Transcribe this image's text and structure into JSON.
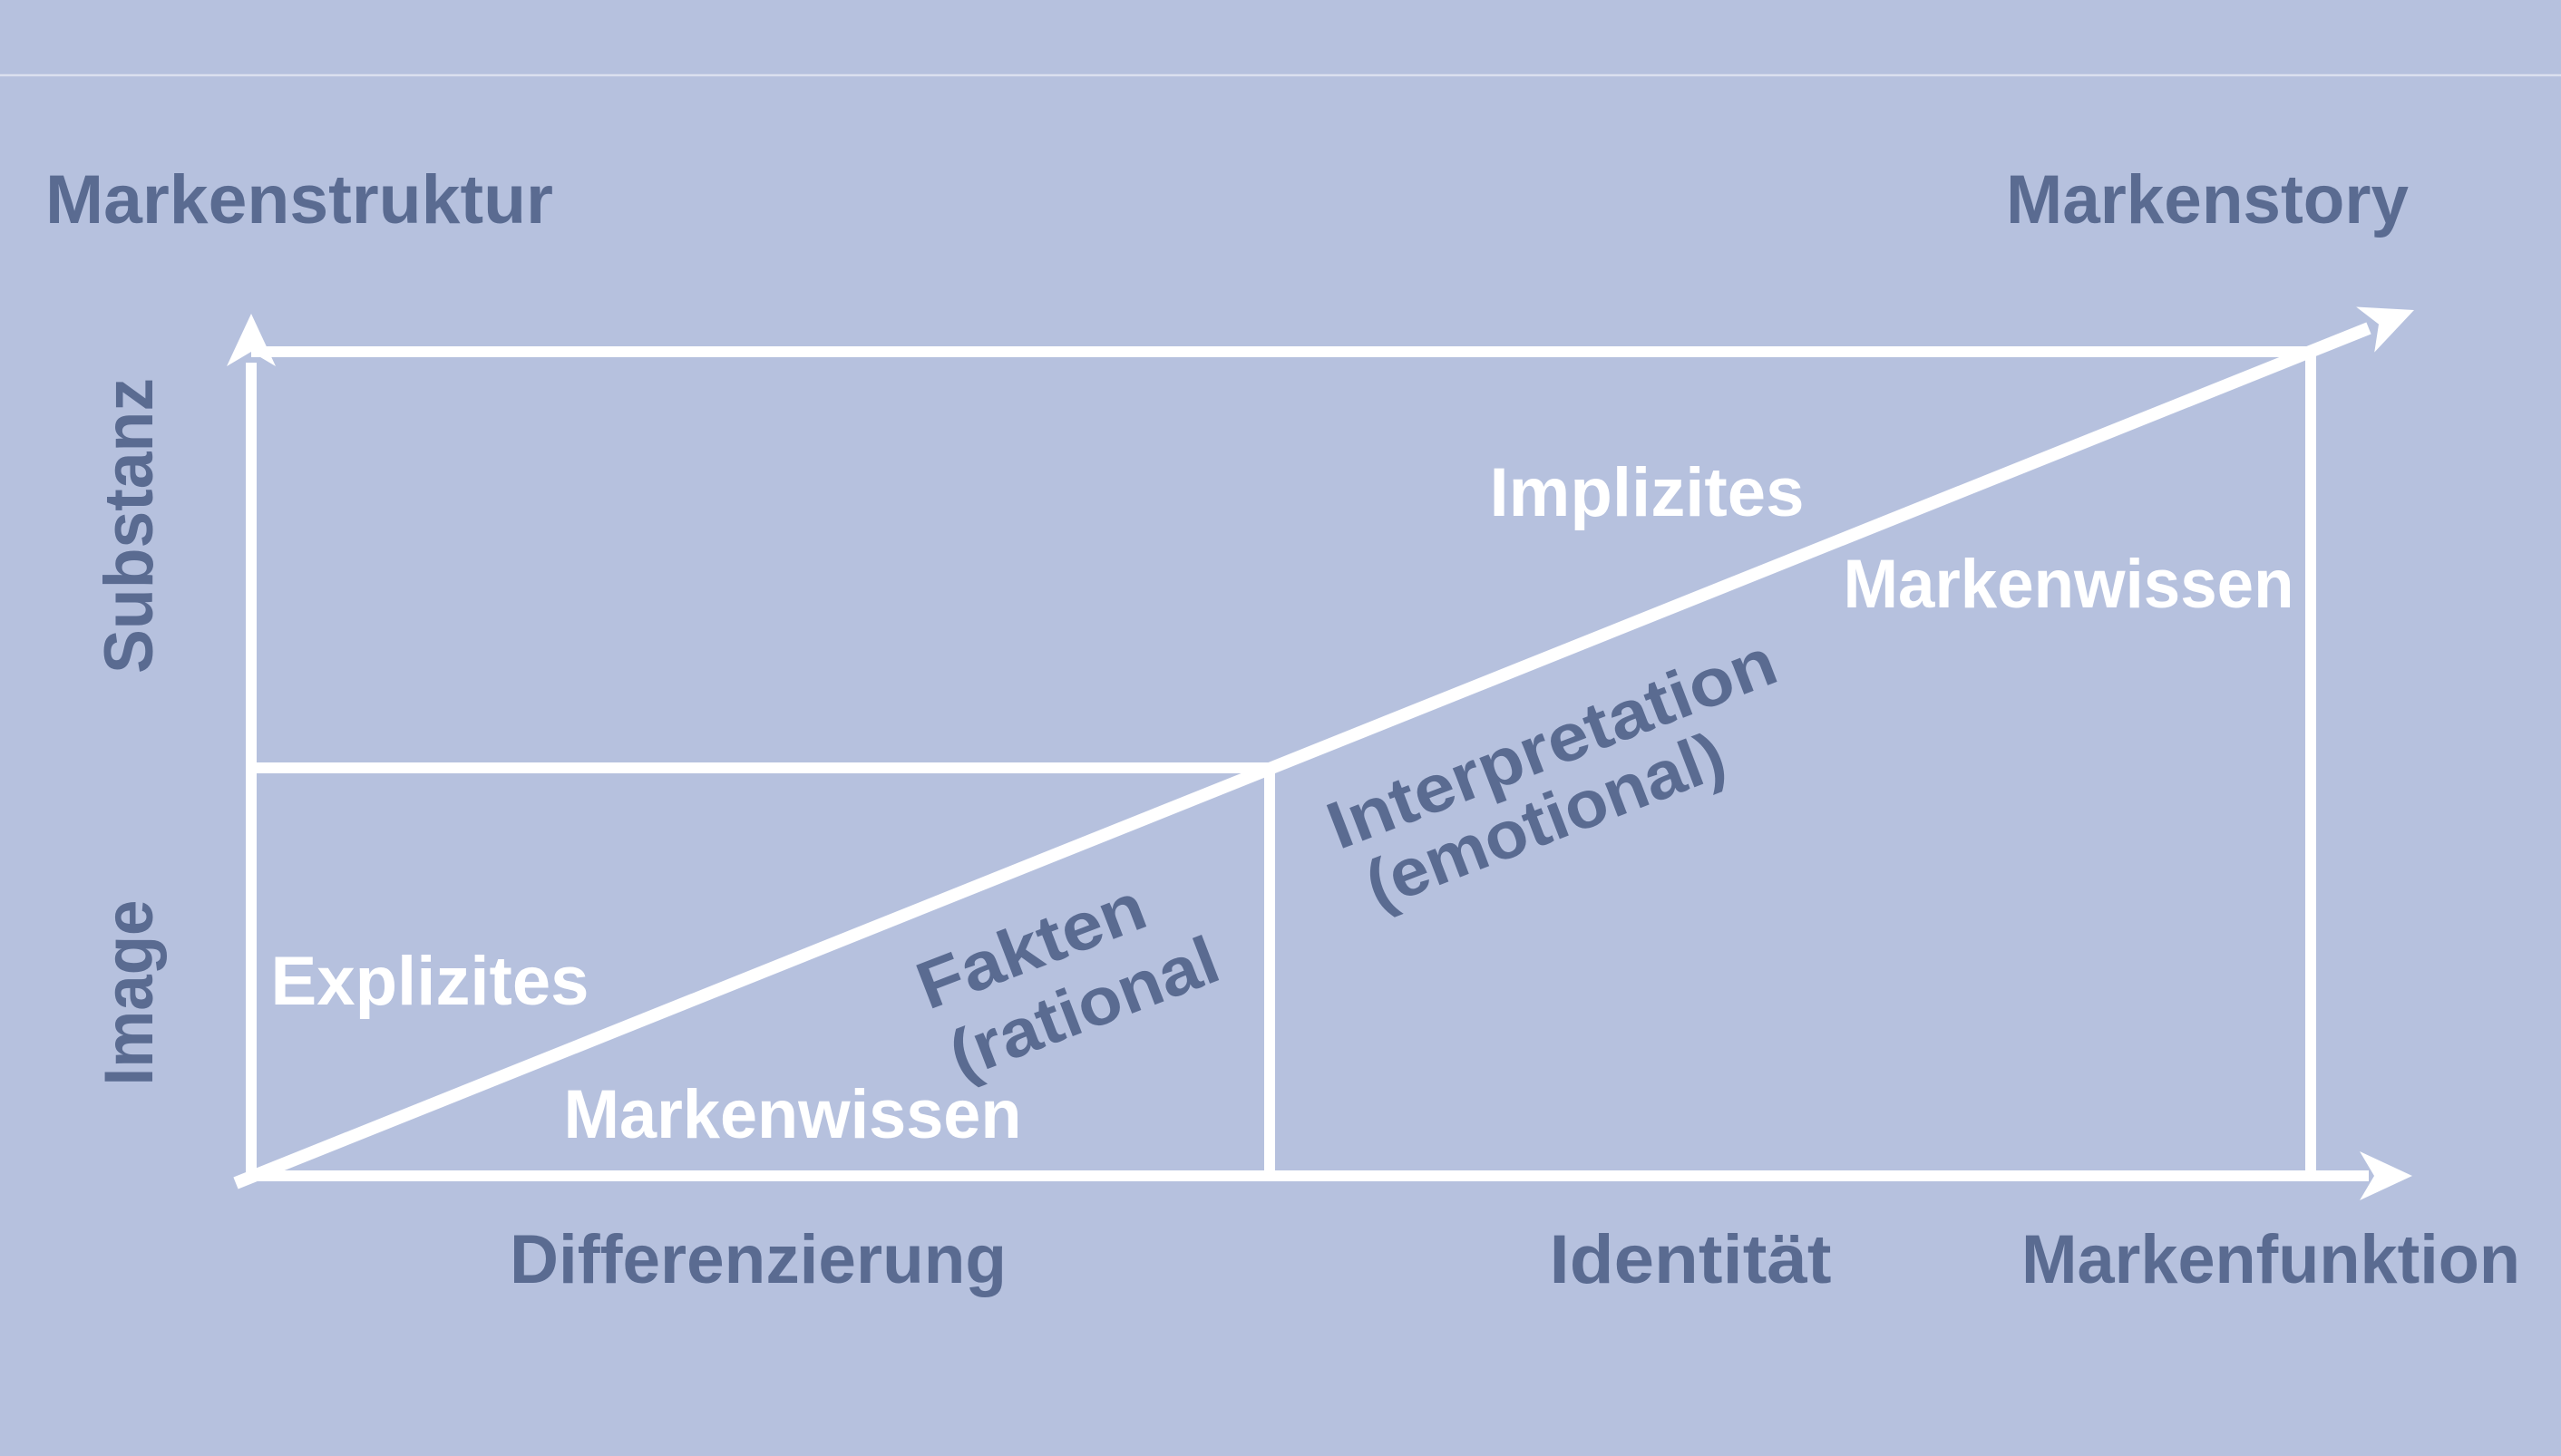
{
  "canvas": {
    "bg": "#b6c1de",
    "line": "#ffffff",
    "ink": "#5a6b91"
  },
  "header": {
    "left": "Markenstruktur",
    "right": "Markenstory"
  },
  "y_axis": {
    "upper": "Substanz",
    "lower": "Image"
  },
  "x_axis": {
    "left": "Differenzierung",
    "middle": "Identität",
    "right": "Markenfunktion"
  },
  "upper_region": {
    "line1": "Implizites",
    "line2": "Markenwissen"
  },
  "lower_region": {
    "line1": "Explizites",
    "line2": "Markenwissen"
  },
  "diagonal_above": {
    "line1": "Interpretation",
    "line2": "(emotional)"
  },
  "diagonal_below": {
    "line1": "Fakten",
    "line2": "(rational"
  }
}
